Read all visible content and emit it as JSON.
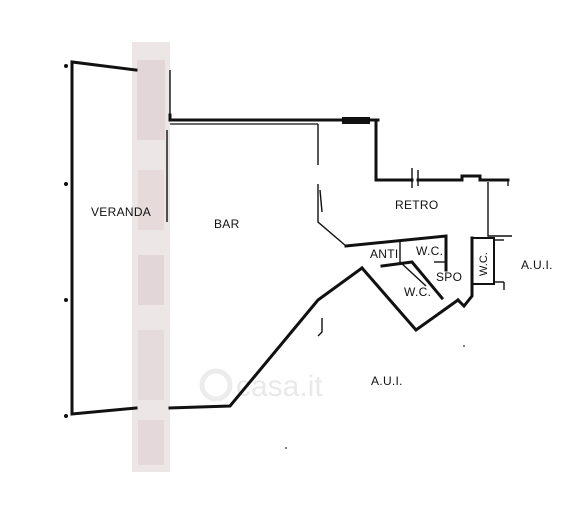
{
  "plan": {
    "rooms": {
      "veranda": "VERANDA",
      "bar": "BAR",
      "retro": "RETRO",
      "anti": "ANTI",
      "wc_upper": "W.C.",
      "wc_lower": "W.C.",
      "wc_vertical": "W.C.",
      "spo": "SPO",
      "aui_right": "A.U.I.",
      "aui_bottom": "A.U.I."
    },
    "watermark": "casa.it",
    "colors": {
      "wall": "#111111",
      "background": "#ffffff",
      "blur_band": "#e4d8da",
      "watermark": "#e9e9e9"
    }
  }
}
